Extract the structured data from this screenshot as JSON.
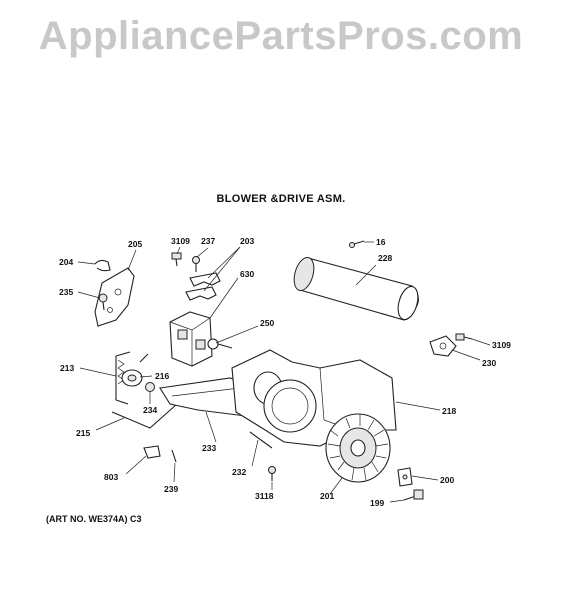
{
  "watermark": "AppliancePartsPros.com",
  "title": "BLOWER &DRIVE ASM.",
  "art_note": "(ART NO. WE374A) C3",
  "callouts": {
    "c204": "204",
    "c205": "205",
    "c235": "235",
    "c3109a": "3109",
    "c237": "237",
    "c203": "203",
    "c630": "630",
    "c250": "250",
    "c16": "16",
    "c228": "228",
    "c3109b": "3109",
    "c230": "230",
    "c213": "213",
    "c216": "216",
    "c234": "234",
    "c215": "215",
    "c218": "218",
    "c233": "233",
    "c232": "232",
    "c803": "803",
    "c239": "239",
    "c3118": "3118",
    "c201": "201",
    "c200": "200",
    "c199": "199"
  }
}
